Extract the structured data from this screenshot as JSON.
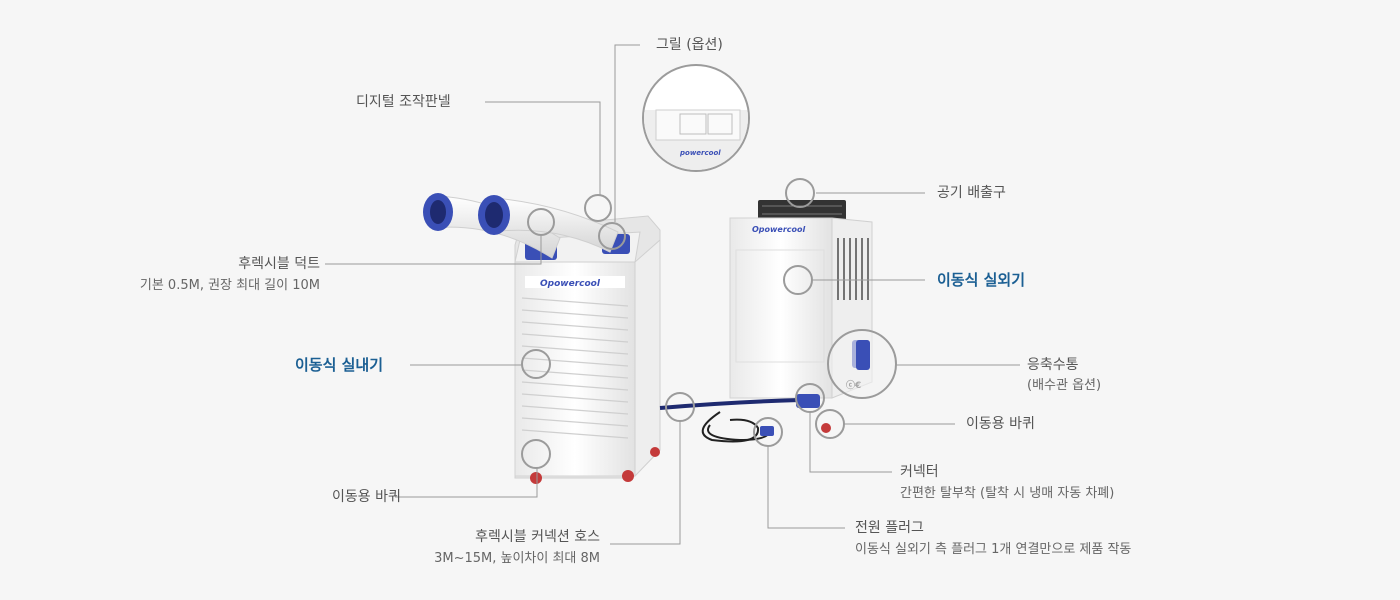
{
  "colors": {
    "background": "#f6f6f6",
    "unit_body": "#ffffff",
    "accent_blue": "#3a4fb6",
    "highlight_text": "#1b5f93",
    "leader_line": "#9a9a9a",
    "callout_ring": "#9b9b9b"
  },
  "brand": {
    "indoor_logo": "Opowercool",
    "outdoor_logo": "Opowercool"
  },
  "labels": {
    "grill": "그릴 (옵션)",
    "panel": "디지털 조작판넬",
    "duct": "후렉시블 덕트",
    "duct_sub": "기본 0.5M, 권장 최대 길이 10M",
    "indoor": "이동식 실내기",
    "wheel_left": "이동용 바퀴",
    "hose": "후렉시블 커넥션 호스",
    "hose_sub": "3M~15M, 높이차이 최대 8M",
    "exhaust": "공기 배출구",
    "outdoor": "이동식 실외기",
    "tank": "응축수통",
    "tank_sub": "(배수관 옵션)",
    "wheel_right": "이동용 바퀴",
    "connector": "커넥터",
    "connector_sub": "간편한 탈부착 (탈착 시 냉매 자동 차폐)",
    "plug": "전원 플러그",
    "plug_sub": "이동식 실외기 측 플러그 1개 연결만으로 제품 작동"
  }
}
